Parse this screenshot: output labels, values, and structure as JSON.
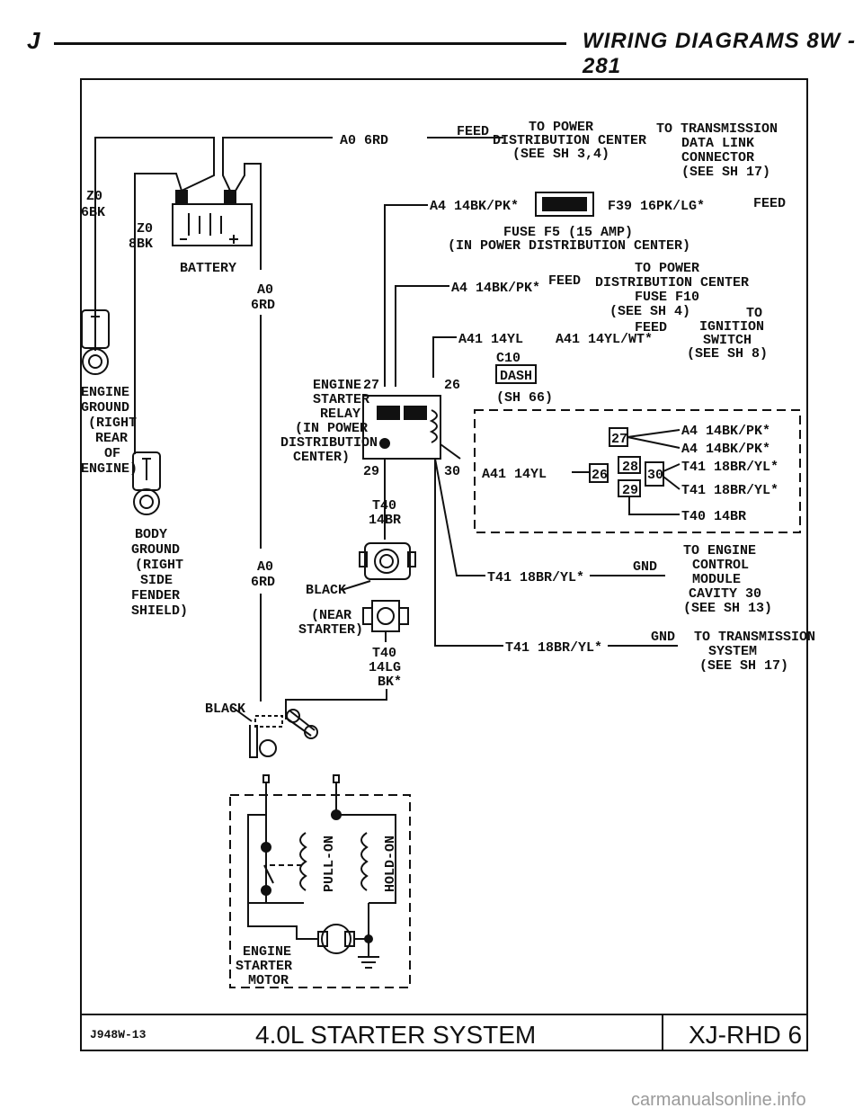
{
  "header": {
    "left": "J",
    "right": "WIRING DIAGRAMS 8W - 281"
  },
  "footer": {
    "code": "J948W-13",
    "title": "4.0L STARTER SYSTEM",
    "model": "XJ-RHD 6"
  },
  "watermark": "carmanualsonline.info",
  "battery": {
    "label": "BATTERY"
  },
  "grounds": {
    "engine": [
      "ENGINE",
      "GROUND",
      "(RIGHT",
      "REAR",
      "OF",
      "ENGINE)"
    ],
    "body": [
      "BODY",
      "GROUND",
      "(RIGHT",
      "SIDE",
      "FENDER",
      "SHIELD)"
    ]
  },
  "wires": {
    "z0_6bk": [
      "Z0",
      "6BK"
    ],
    "z0_8bk": [
      "Z0",
      "8BK"
    ],
    "a0_6grd_top": "A0 6RD",
    "a0_6grd_mid": [
      "A0",
      "6RD"
    ],
    "a0_6grd_low": [
      "A0",
      "6RD"
    ],
    "a4_top": "A4 14BK/PK*",
    "f39": "F39 16PK/LG*",
    "a4_mid": "A4 14BK/PK*",
    "a41_left": "A41 14YL",
    "a41_right": "A41 14YL/WT*",
    "t40": [
      "T40",
      "14BR"
    ],
    "t40_lg": [
      "T40",
      "14LG",
      "BK*"
    ],
    "t41_gnd1": "T41 18BR/YL*",
    "t41_gnd2": "T41 18BR/YL*",
    "a41_c": "A41 14YL"
  },
  "feeds": {
    "pdc_sh34": {
      "feed": "FEED",
      "lines": [
        "TO POWER",
        "DISTRIBUTION CENTER",
        "(SEE SH 3,4)"
      ]
    },
    "tdl": {
      "feed": "FEED",
      "lines": [
        "TO TRANSMISSION",
        "DATA LINK",
        "CONNECTOR",
        "(SEE SH 17)"
      ]
    },
    "fuse_f5": [
      "FUSE F5 (15 AMP)",
      "(IN POWER DISTRIBUTION CENTER)"
    ],
    "pdc_sh4": {
      "feed": "FEED",
      "lines": [
        "TO POWER",
        "DISTRIBUTION CENTER",
        "FUSE F10",
        "(SEE SH 4)"
      ]
    },
    "ign": {
      "feed": "FEED",
      "lines": [
        "TO",
        "IGNITION",
        "SWITCH",
        "(SEE SH 8)"
      ]
    },
    "ecm": {
      "feed": "GND",
      "lines": [
        "TO ENGINE",
        "CONTROL",
        "MODULE",
        "CAVITY 30",
        "(SEE SH 13)"
      ]
    },
    "trans": {
      "feed": "GND",
      "lines": [
        "TO TRANSMISSION",
        "SYSTEM",
        "(SEE SH 17)"
      ]
    }
  },
  "connector": {
    "name": "C10",
    "loc": "DASH",
    "ref": "(SH 66)"
  },
  "relay": {
    "label": [
      "ENGINE",
      "STARTER",
      "RELAY",
      "(IN POWER",
      "DISTRIBUTION",
      "CENTER)"
    ],
    "pins": [
      "27",
      "26",
      "29",
      "30"
    ]
  },
  "relay_detail": {
    "pins": [
      "27",
      "26",
      "28",
      "29",
      "30"
    ],
    "wires": [
      "A4 14BK/PK*",
      "A4 14BK/PK*",
      "T41 18BR/YL*",
      "T41 18BR/YL*",
      "T40 14BR"
    ]
  },
  "solenoid": {
    "color1": "BLACK",
    "near": [
      "(NEAR",
      "STARTER)"
    ],
    "color2": "BLACK"
  },
  "motor": {
    "label": [
      "ENGINE",
      "STARTER",
      "MOTOR"
    ],
    "coil1": "PULL-ON",
    "coil2": "HOLD-ON"
  }
}
